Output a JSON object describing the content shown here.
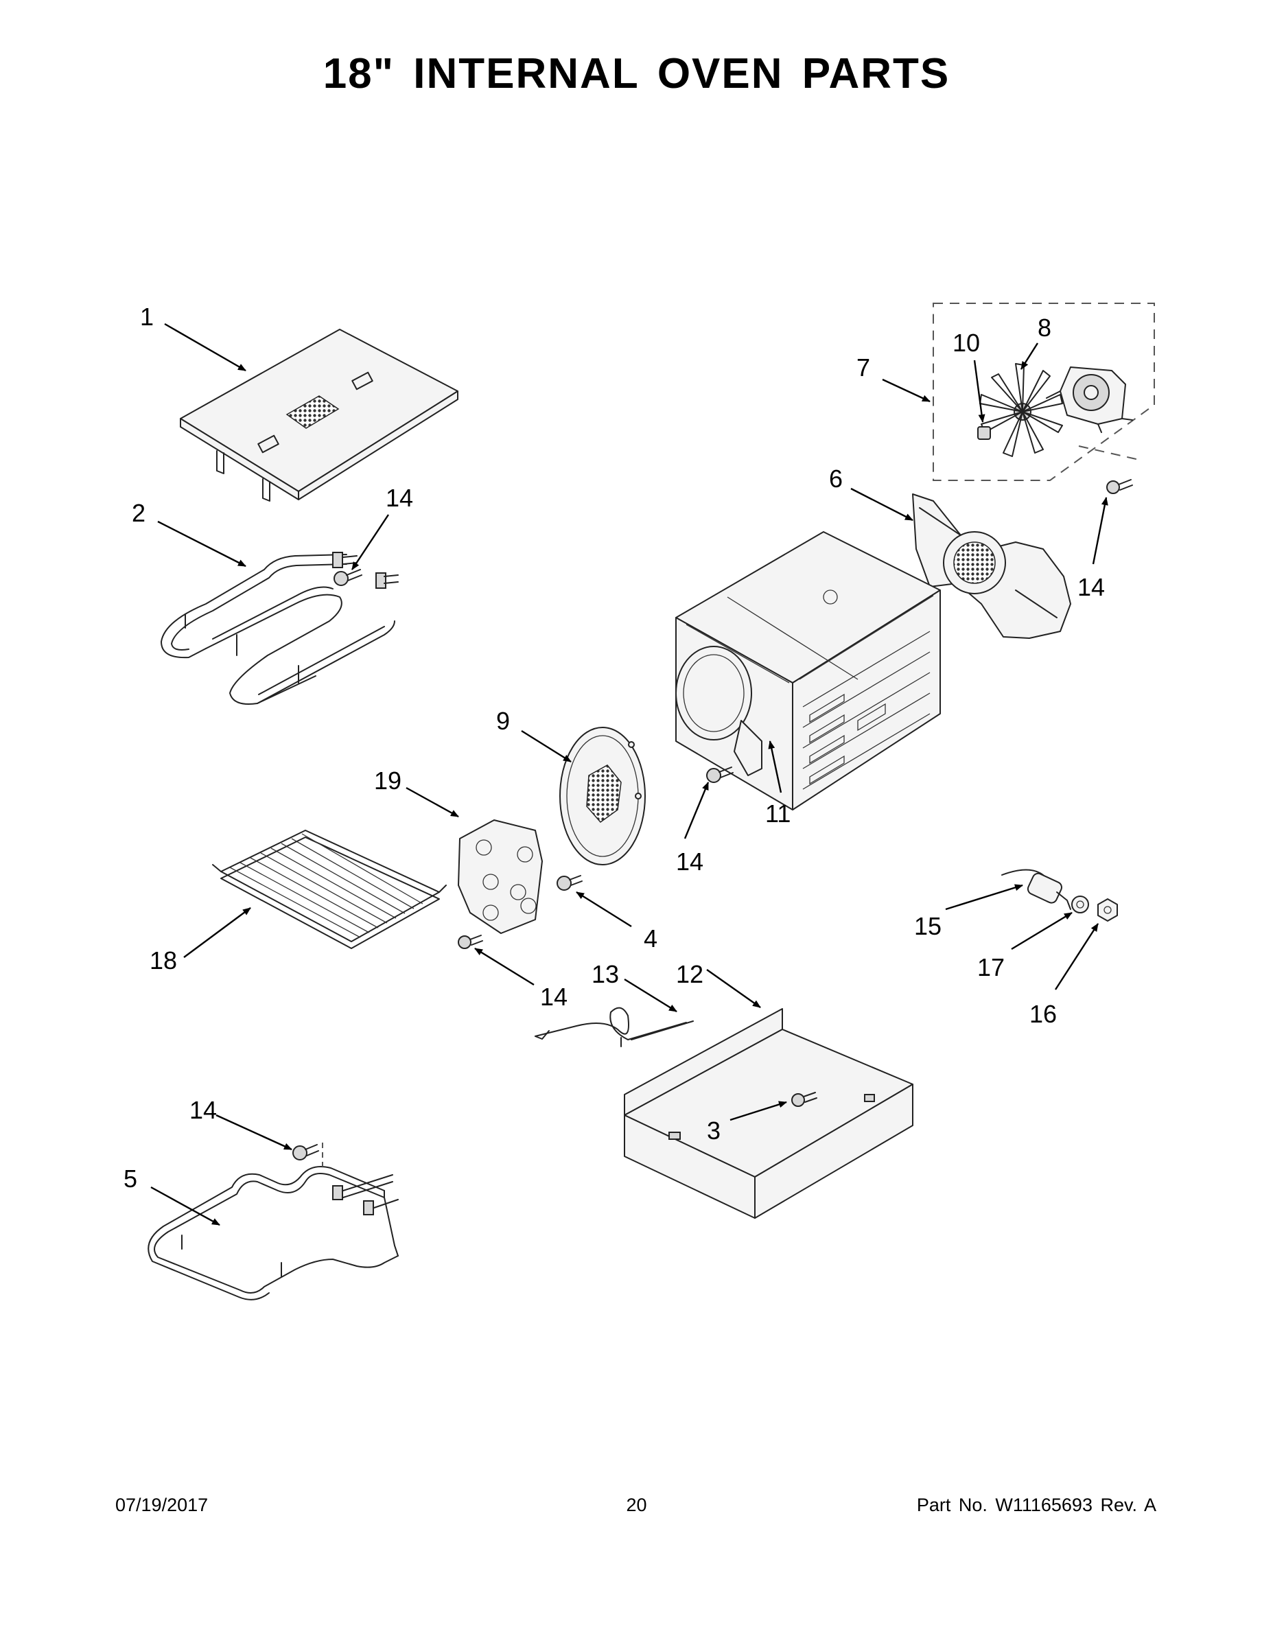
{
  "title": "18\" INTERNAL OVEN PARTS",
  "footer": {
    "date": "07/19/2017",
    "page": "20",
    "part_no": "Part No.  W11165693  Rev.  A"
  },
  "callouts": {
    "c1": "1",
    "c2": "2",
    "c3": "3",
    "c4": "4",
    "c5": "5",
    "c6": "6",
    "c7": "7",
    "c8": "8",
    "c9": "9",
    "c10": "10",
    "c11": "11",
    "c12": "12",
    "c13": "13",
    "c14a": "14",
    "c14b": "14",
    "c14c": "14",
    "c14d": "14",
    "c14e": "14",
    "c15": "15",
    "c16": "16",
    "c17": "17",
    "c18": "18",
    "c19": "19"
  }
}
